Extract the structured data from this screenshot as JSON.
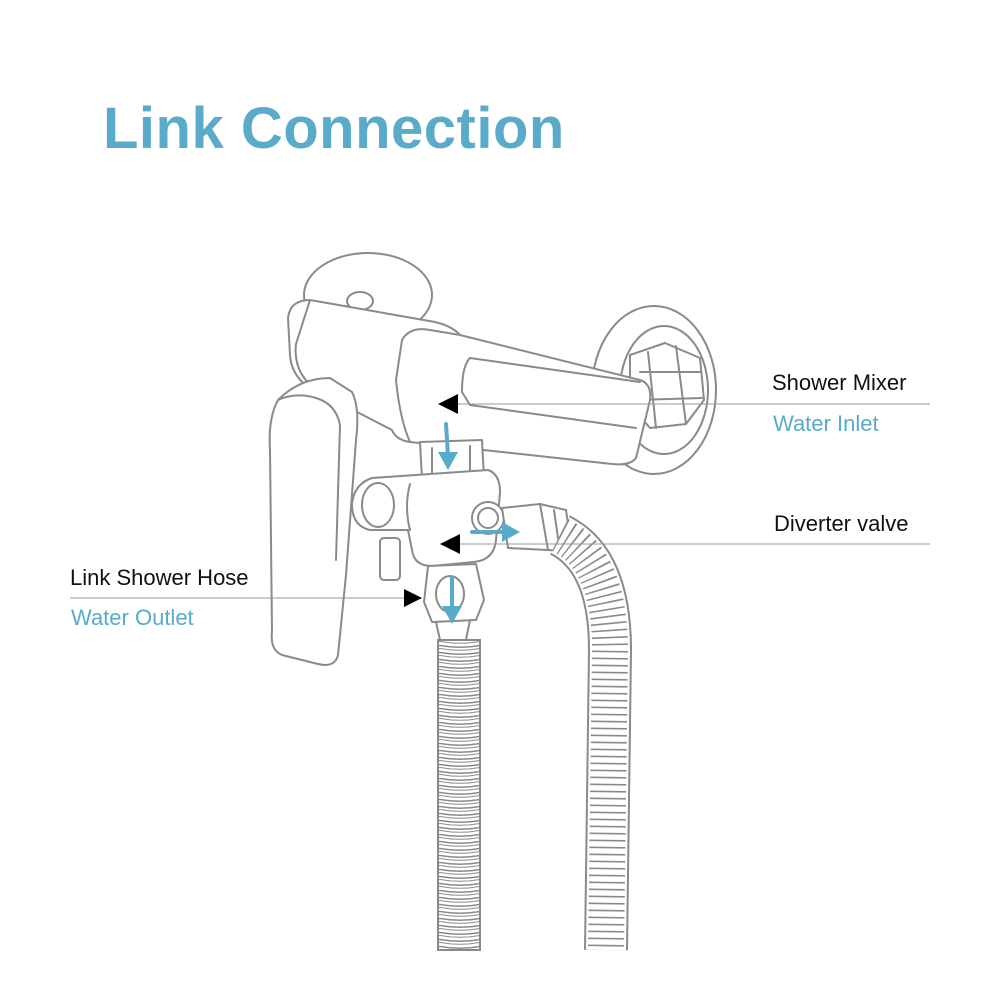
{
  "title": "Link Connection",
  "labels": {
    "shower_mixer": "Shower Mixer",
    "water_inlet": "Water Inlet",
    "diverter_valve": "Diverter valve",
    "link_shower_hose": "Link Shower Hose",
    "water_outlet": "Water Outlet"
  },
  "colors": {
    "accent": "#5aabc9",
    "outline": "#8a8a8a",
    "label_dark": "#111111",
    "pointer": "#000000"
  }
}
